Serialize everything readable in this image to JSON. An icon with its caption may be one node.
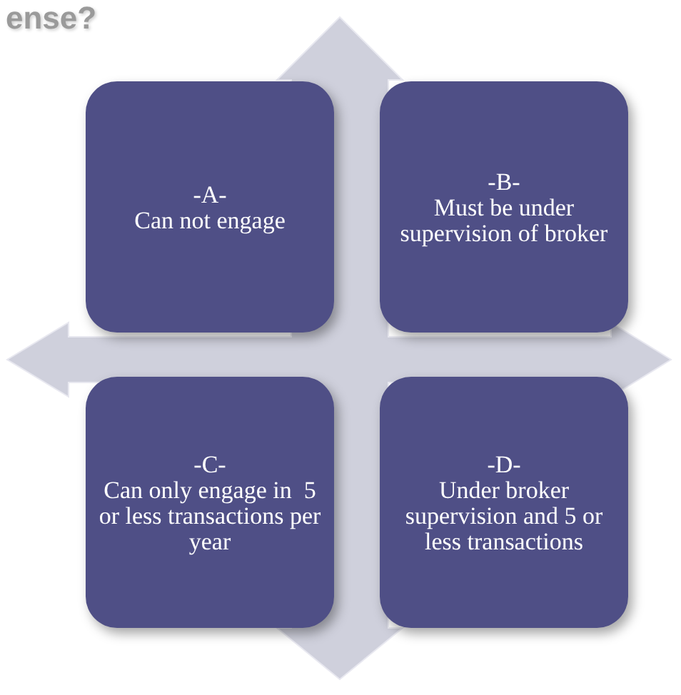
{
  "diagram": {
    "title": "ense?",
    "nodes": [
      {
        "text": [
          "-A-",
          "Can not engage"
        ]
      },
      {
        "text": [
          "-B-",
          "Must be under supervision of broker"
        ]
      },
      {
        "text": [
          "-C-",
          "Can only engage in  5 or less transactions per year"
        ]
      },
      {
        "text": [
          "-D-",
          "Under broker supervision and 5 or less transactions"
        ]
      }
    ]
  }
}
